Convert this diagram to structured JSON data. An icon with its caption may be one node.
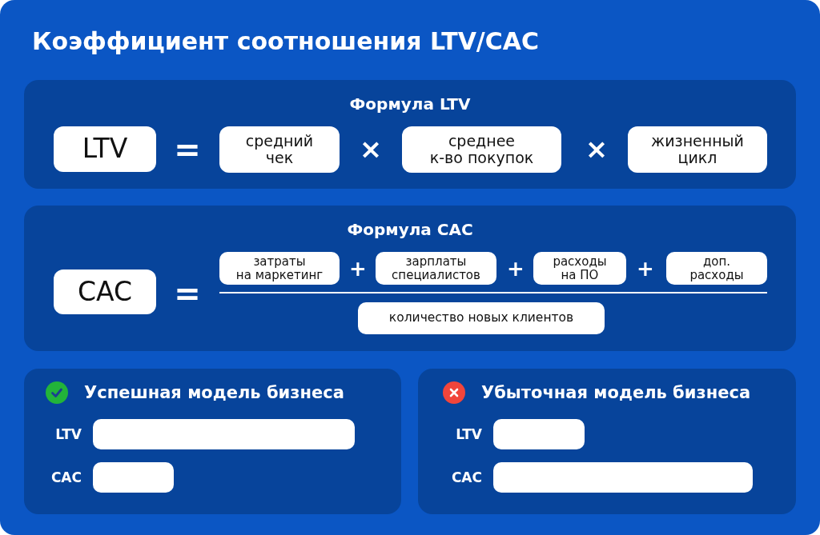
{
  "diagram": {
    "title": "Коэффициент соотношения LTV/CAC",
    "nodes": [
      {
        "text": [
          "Формула LTV"
        ]
      },
      {
        "text": [
          "LTV"
        ],
        "in": 0
      },
      {
        "text": [
          "средний чек"
        ],
        "in": 0
      },
      {
        "text": [
          "среднее к-во покупок"
        ],
        "in": 0
      },
      {
        "text": [
          "жизненный цикл"
        ],
        "in": 0
      },
      {
        "text": [
          "Формула CAC"
        ]
      },
      {
        "text": [
          "CAC"
        ],
        "in": 5
      },
      {
        "text": [
          "затраты на маркетинг"
        ],
        "in": 5
      },
      {
        "text": [
          "зарплаты специалистов"
        ],
        "in": 5
      },
      {
        "text": [
          "расходы на ПО"
        ],
        "in": 5
      },
      {
        "text": [
          "доп. расходы"
        ],
        "in": 5
      },
      {
        "text": [
          "количество новых клиентов"
        ],
        "in": 5
      },
      {
        "text": [
          "Успешная модель бизнеса"
        ]
      },
      {
        "text": [],
        "shape": "bar",
        "beside": [
          "LTV"
        ],
        "in": 12
      },
      {
        "text": [],
        "shape": "bar",
        "beside": [
          "CAC"
        ],
        "in": 12
      },
      {
        "text": [
          "Убыточная модель бизнеса"
        ]
      },
      {
        "text": [],
        "shape": "bar",
        "beside": [
          "LTV"
        ],
        "in": 15
      },
      {
        "text": [],
        "shape": "bar",
        "beside": [
          "CAC"
        ],
        "in": 15
      }
    ],
    "labels": [
      "=",
      "×",
      "×",
      "=",
      "+",
      "+",
      "+"
    ]
  }
}
